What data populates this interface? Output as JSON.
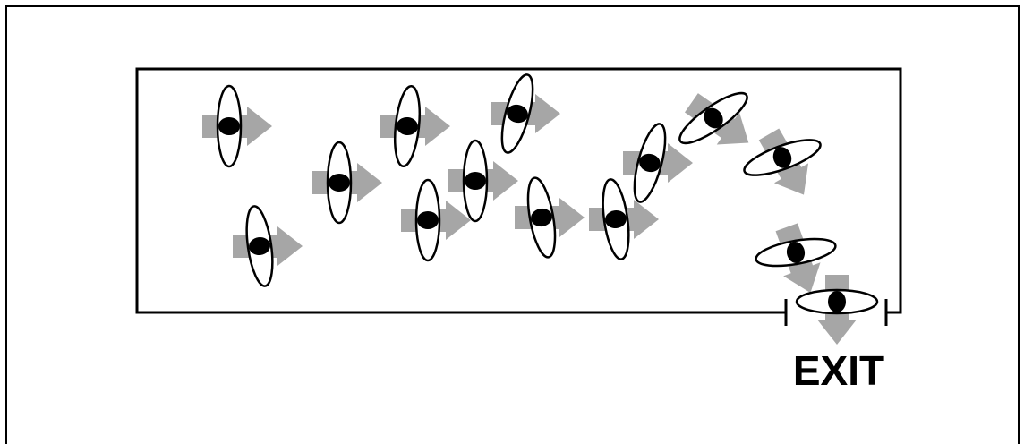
{
  "diagram": {
    "exit_label": "EXIT",
    "colors": {
      "arrow": "#a6a6a6",
      "outline": "#000000",
      "agent_fill": "#ffffff",
      "pupil": "#000000"
    },
    "icons": {
      "agent": "ellipse-agent-with-eye",
      "direction": "direction-arrow"
    }
  }
}
